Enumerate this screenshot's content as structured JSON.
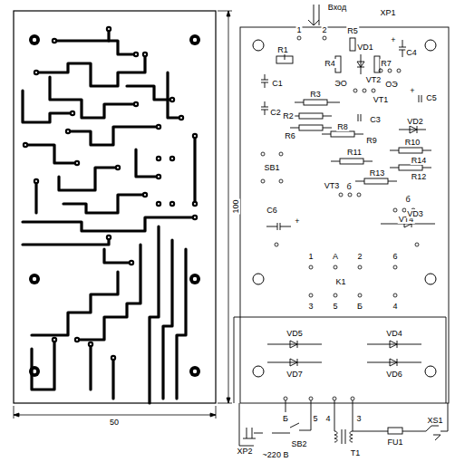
{
  "diagram": {
    "labels": [
      "Вход",
      "XP1",
      "1",
      "2",
      "R5",
      "R1",
      "R4",
      "VD1",
      "R7",
      "C4",
      "+",
      "ЭО",
      "VT2",
      "ОЭ",
      "C1",
      "R3",
      "VT1",
      "C5",
      "+",
      "C2",
      "R2",
      "C3",
      "R6",
      "R8",
      "R9",
      "VD2",
      "R10",
      "SB1",
      "R11",
      "R14",
      "R13",
      "R12",
      "VT3",
      "б",
      "б",
      "VT4",
      "C6",
      "+",
      "VD3",
      "1",
      "A",
      "2",
      "6",
      "K1",
      "3",
      "5",
      "Б",
      "4",
      "VD5",
      "VD4",
      "VD7",
      "VD6",
      "Б",
      "5",
      "4",
      "3",
      "SB2",
      "T1",
      "FU1",
      "XS1",
      "XP2",
      "~220 В",
      "50",
      "100"
    ]
  }
}
